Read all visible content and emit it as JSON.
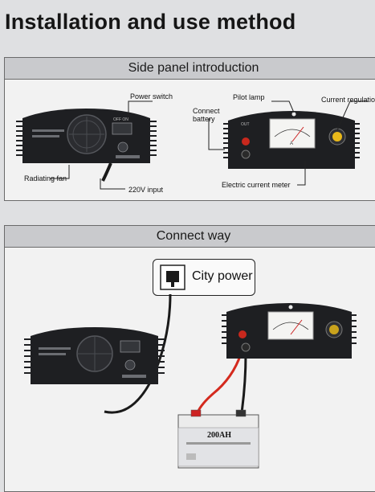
{
  "title": "Installation and use method",
  "side_panel": {
    "heading": "Side panel introduction",
    "labels": {
      "power_switch": "Power switch",
      "radiating_fan": "Radiating fan",
      "input_220v": "220V input",
      "pilot_lamp": "Pilot lamp",
      "current_regulation": "Current regulatio",
      "connect_battery_1": "Connect",
      "connect_battery_2": "battery",
      "electric_current_meter": "Electric current meter"
    }
  },
  "connect_way": {
    "heading": "Connect way",
    "city_power": "City power",
    "battery_label": "200AH"
  },
  "colors": {
    "device_body": "#1e1f22",
    "panel_header": "#c9cacd",
    "wire_red": "#d42a1e",
    "knob_yellow": "#e8b81a"
  }
}
